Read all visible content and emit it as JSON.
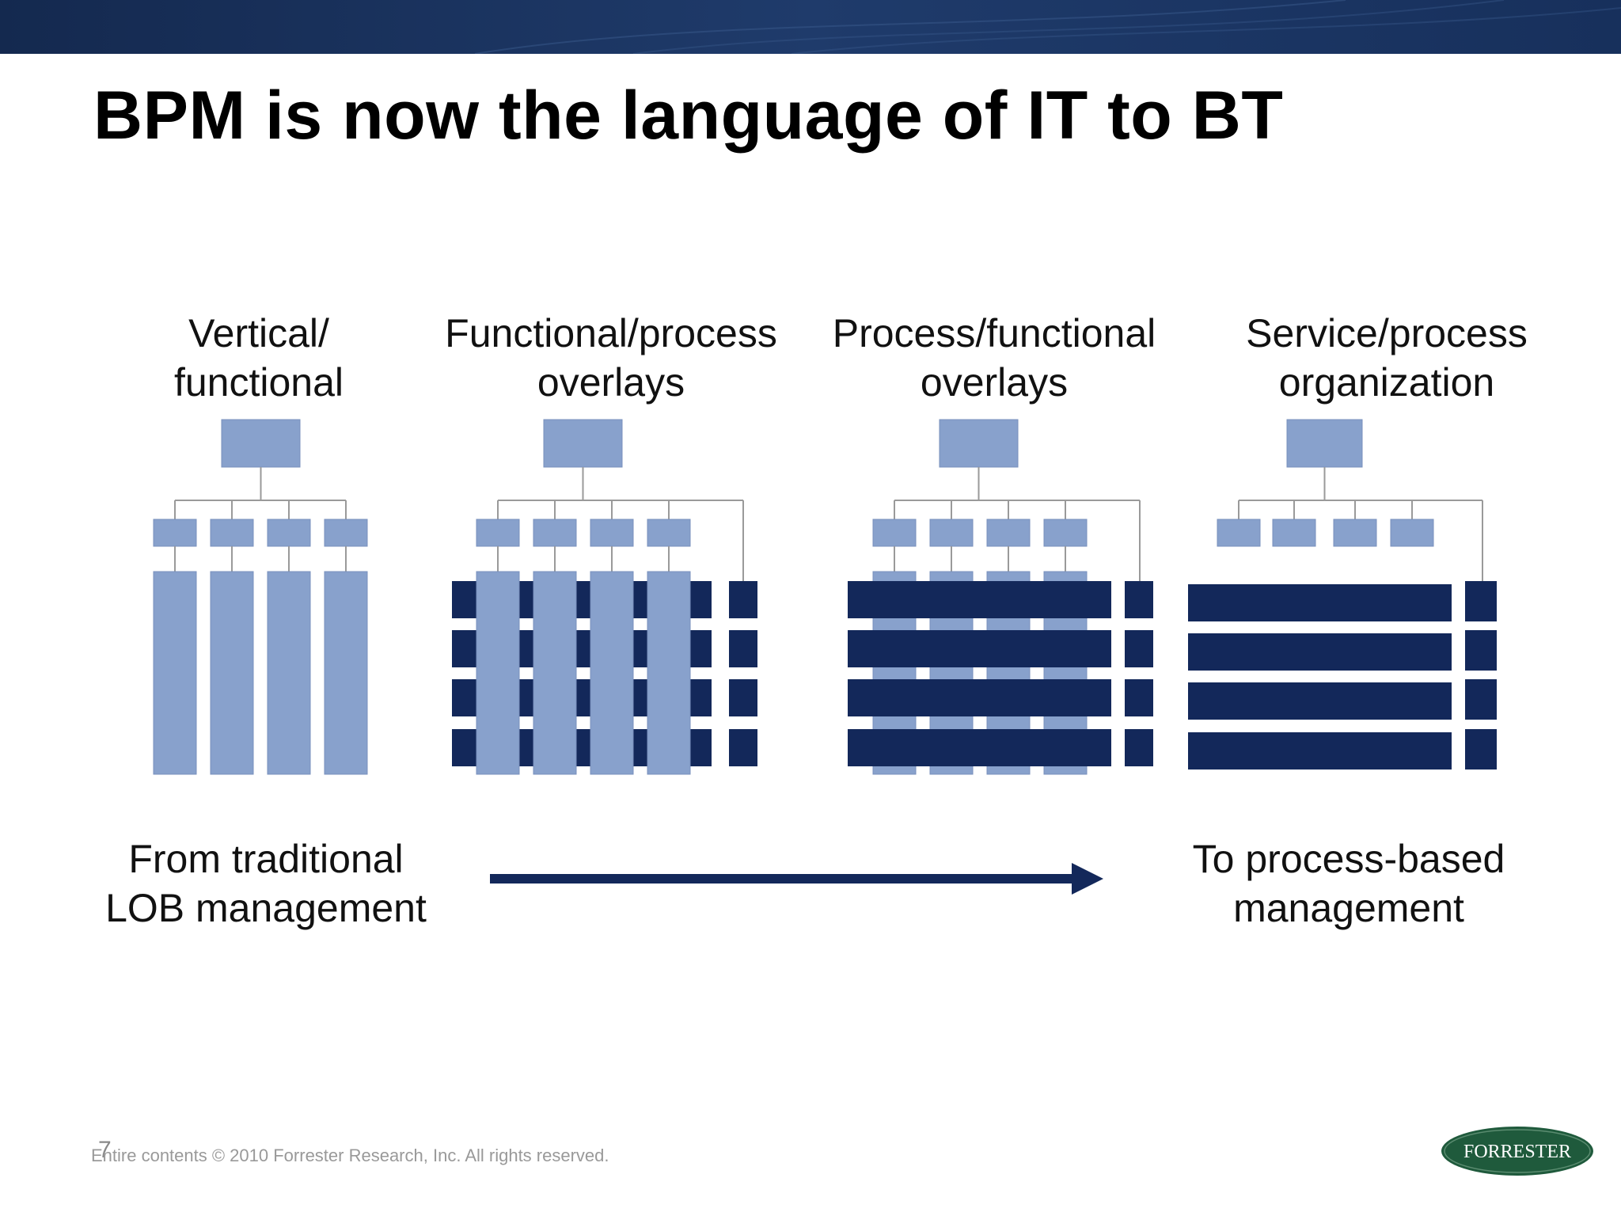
{
  "slide": {
    "title": "BPM is now the language of IT to BT",
    "columns": [
      {
        "line1": "Vertical/",
        "line2": "functional"
      },
      {
        "line1": "Functional/process",
        "line2": "overlays"
      },
      {
        "line1": "Process/functional",
        "line2": "overlays"
      },
      {
        "line1": "Service/process",
        "line2": "organization"
      }
    ],
    "from_label": {
      "line1": "From traditional",
      "line2": "LOB management"
    },
    "to_label": {
      "line1": "To process-based",
      "line2": "management"
    },
    "footer": "Entire contents © 2010 Forrester Research, Inc. All rights reserved.",
    "page_number": "7",
    "logo_text": "FORRESTER"
  },
  "colors": {
    "banner": "#1b3360",
    "light_box": "#88a1cc",
    "dark_bar": "#13285a",
    "arrow": "#13285a",
    "connector": "#9a9a9a",
    "logo": "#1f5a3c"
  }
}
